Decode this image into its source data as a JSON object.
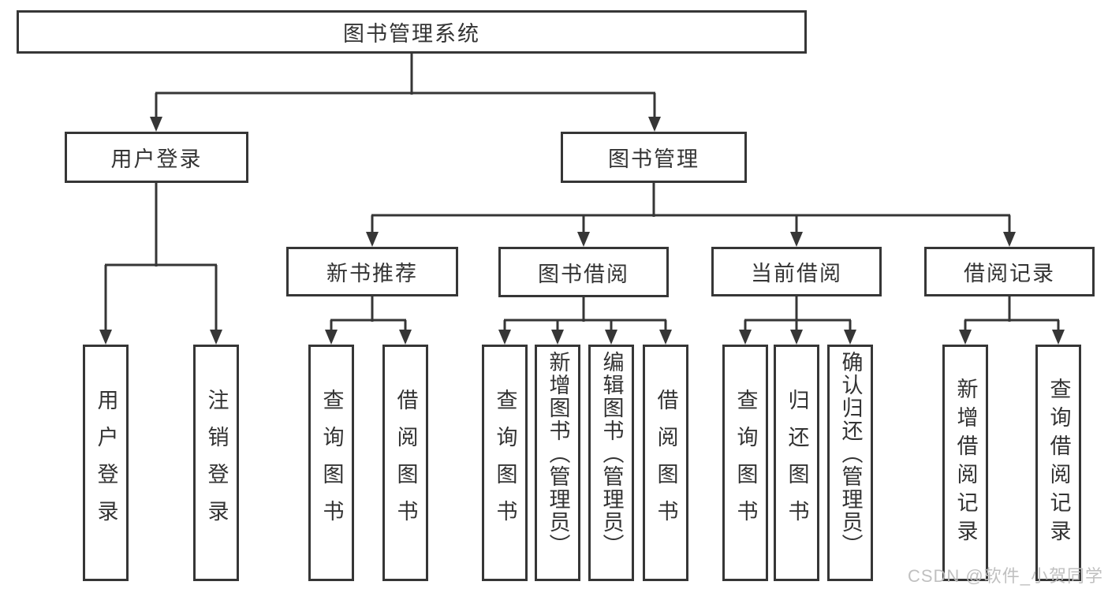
{
  "diagram_title": "图书管理系统",
  "tree": {
    "label": "图书管理系统",
    "children": [
      {
        "label": "用户登录",
        "children": [
          {
            "label": "用户登录"
          },
          {
            "label": "注销登录"
          }
        ]
      },
      {
        "label": "图书管理",
        "children": [
          {
            "label": "新书推荐",
            "children": [
              {
                "label": "查询图书"
              },
              {
                "label": "借阅图书"
              }
            ]
          },
          {
            "label": "图书借阅",
            "children": [
              {
                "label": "查询图书"
              },
              {
                "label": "新增图书（管理员）"
              },
              {
                "label": "编辑图书（管理员）"
              },
              {
                "label": "借阅图书"
              }
            ]
          },
          {
            "label": "当前借阅",
            "children": [
              {
                "label": "查询图书"
              },
              {
                "label": "归还图书"
              },
              {
                "label": "确认归还（管理员）"
              }
            ]
          },
          {
            "label": "借阅记录",
            "children": [
              {
                "label": "新增借阅记录"
              },
              {
                "label": "查询借阅记录"
              }
            ]
          }
        ]
      }
    ]
  },
  "watermark": "CSDN @软件_小贺同学",
  "colors": {
    "line": "#363636",
    "text": "#333333",
    "watermark": "#bdbdbd",
    "background": "#ffffff"
  }
}
